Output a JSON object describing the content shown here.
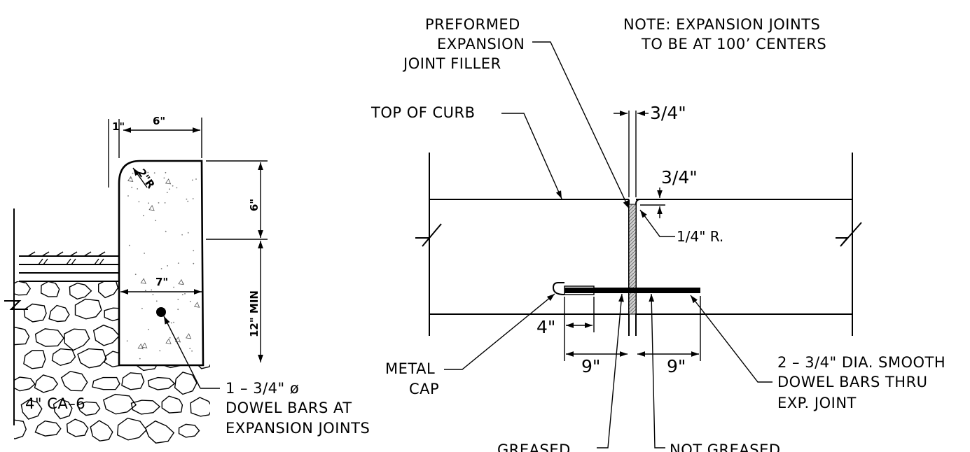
{
  "labels": {
    "note_line1": "NOTE:  EXPANSION JOINTS",
    "note_line2": "TO BE AT 100’ CENTERS",
    "filler_line1": "PREFORMED",
    "filler_line2": "EXPANSION",
    "filler_line3": "JOINT FILLER",
    "top_of_curb": "TOP OF CURB",
    "metal_cap_line1": "METAL",
    "metal_cap_line2": "CAP",
    "greased": "GREASED",
    "not_greased": "NOT GREASED",
    "dowel_right_line1": "2 – 3/4\" DIA. SMOOTH",
    "dowel_right_line2": "DOWEL BARS THRU",
    "dowel_right_line3": "EXP. JOINT",
    "dowel_left_line1": "1 – 3/4\" ø",
    "dowel_left_line2": "DOWEL BARS AT",
    "dowel_left_line3": "EXPANSION JOINTS",
    "base": "4\" CA–6"
  },
  "dimensions": {
    "batter": "1\"",
    "curb_top_width": "6\"",
    "corner_radius": "2\"R",
    "curb_height_upper": "6\"",
    "curb_depth_lower": "12\" MIN",
    "curb_base_width": "7\"",
    "joint_width": "3/4\"",
    "edge_offset": "3/4\"",
    "edge_radius": "1/4\" R.",
    "cap_length": "4\"",
    "embed_left": "9\"",
    "embed_right": "9\""
  },
  "colors": {
    "ink": "#000000",
    "paper": "#ffffff",
    "filler": "#9a9a9a"
  }
}
